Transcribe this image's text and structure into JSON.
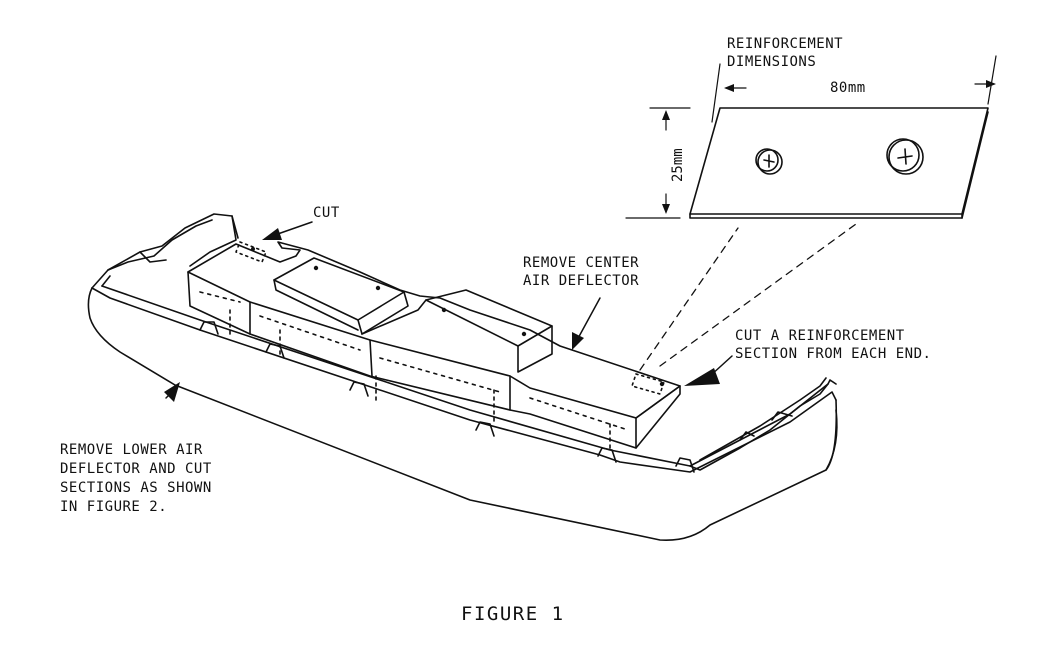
{
  "labels": {
    "reinforcement_dimensions_1": "REINFORCEMENT",
    "reinforcement_dimensions_2": "DIMENSIONS",
    "width_dim": "80mm",
    "height_dim": "25mm",
    "cut": "CUT",
    "remove_center_1": "REMOVE CENTER",
    "remove_center_2": "AIR DEFLECTOR",
    "cut_reinforcement_1": "CUT A REINFORCEMENT",
    "cut_reinforcement_2": "SECTION FROM EACH END.",
    "remove_lower_1": "REMOVE LOWER AIR",
    "remove_lower_2": "DEFLECTOR AND CUT",
    "remove_lower_3": "SECTIONS AS SHOWN",
    "remove_lower_4": "IN FIGURE 2.",
    "caption": "FIGURE 1"
  },
  "colors": {
    "ink": "#111111",
    "paper": "#ffffff"
  }
}
